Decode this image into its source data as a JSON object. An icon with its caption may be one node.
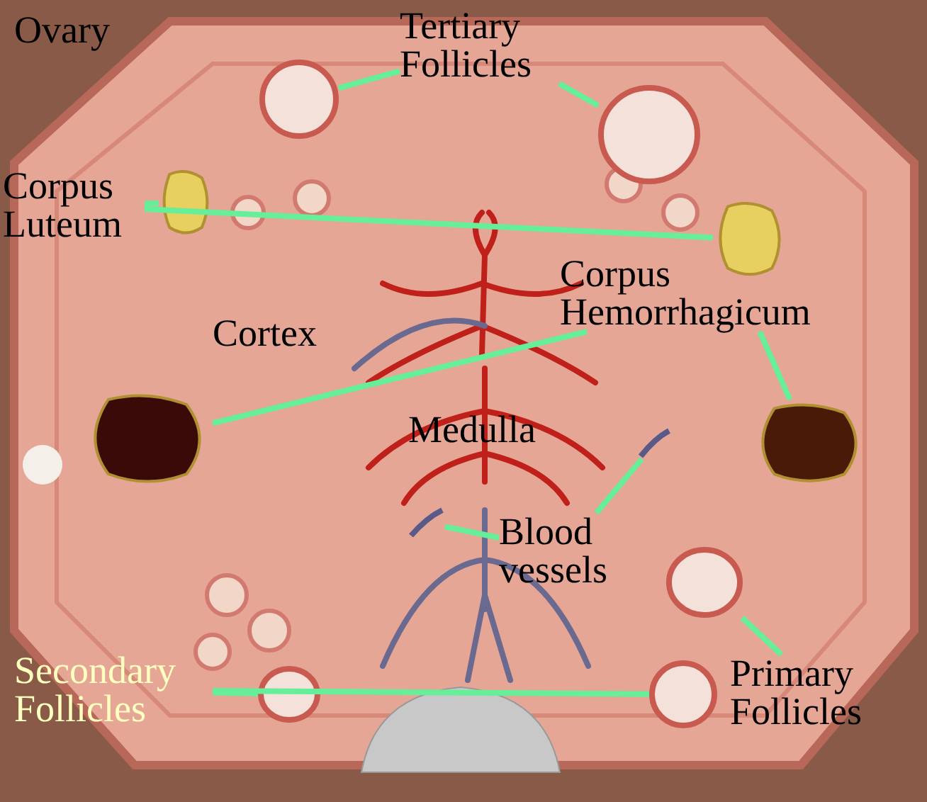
{
  "diagram": {
    "nodes": [
      {
        "text": [
          "Tertiary Follicles"
        ]
      },
      {
        "text": [],
        "shape": "circle"
      },
      {
        "text": [],
        "shape": "circle"
      },
      {
        "text": [
          "Corpus Luteum"
        ]
      },
      {
        "text": [],
        "shape": "blob"
      },
      {
        "text": [],
        "shape": "blob"
      },
      {
        "text": [
          "Corpus Hemorrhagicum"
        ]
      },
      {
        "text": [],
        "shape": "blob"
      },
      {
        "text": [],
        "shape": "blob"
      },
      {
        "text": [
          "Blood vessels"
        ]
      },
      {
        "text": [],
        "shape": "line"
      },
      {
        "text": [],
        "shape": "line"
      },
      {
        "text": [
          "Secondary Follicles"
        ]
      },
      {
        "text": [],
        "shape": "circle"
      },
      {
        "text": [],
        "shape": "circle"
      },
      {
        "text": [
          "Primary Follicles"
        ]
      },
      {
        "text": [],
        "shape": "circle"
      }
    ],
    "edges": [
      {
        "from": 0,
        "to": 1,
        "arrow": "none"
      },
      {
        "from": 0,
        "to": 2,
        "arrow": "none"
      },
      {
        "from": 3,
        "to": 4,
        "arrow": "none"
      },
      {
        "from": 3,
        "to": 5,
        "arrow": "none"
      },
      {
        "from": 6,
        "to": 7,
        "arrow": "none"
      },
      {
        "from": 6,
        "to": 8,
        "arrow": "none"
      },
      {
        "from": 9,
        "to": 10,
        "arrow": "none"
      },
      {
        "from": 9,
        "to": 11,
        "arrow": "none"
      },
      {
        "from": 12,
        "to": 13,
        "arrow": "none"
      },
      {
        "from": 12,
        "to": 14,
        "arrow": "none"
      },
      {
        "from": 15,
        "to": 16,
        "arrow": "none"
      }
    ],
    "labels": [
      "Ovary",
      "Cortex",
      "Medulla"
    ]
  }
}
